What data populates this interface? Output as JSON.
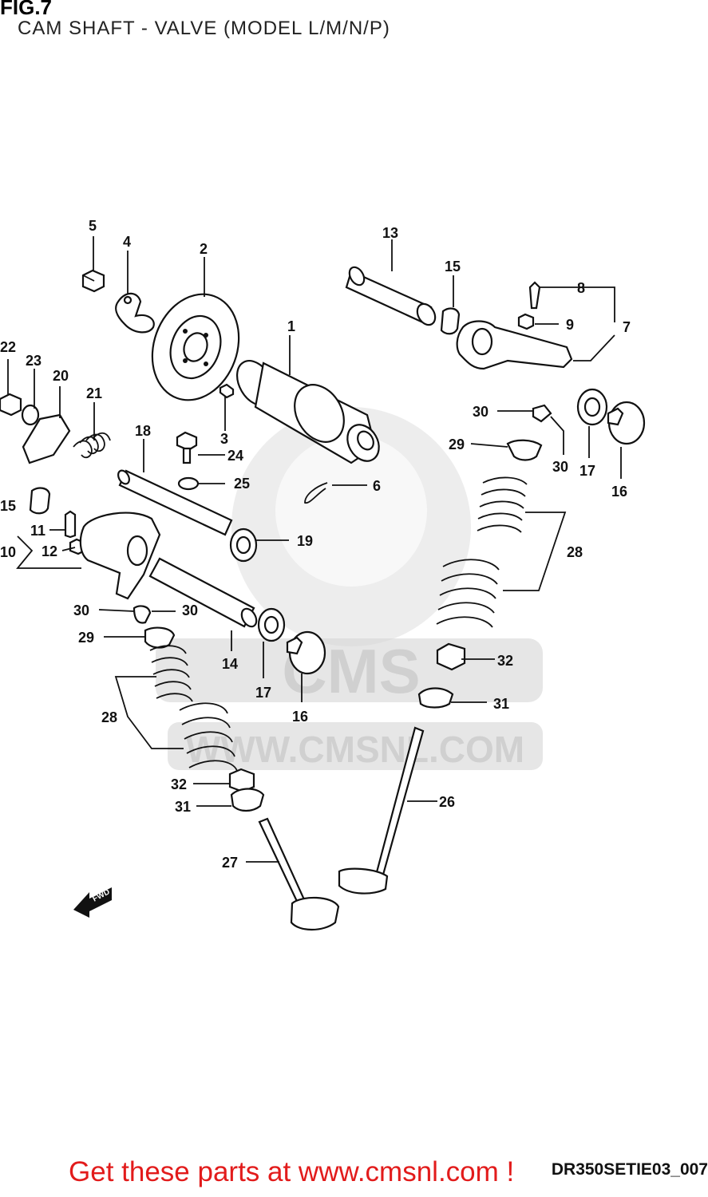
{
  "header": {
    "fig_label": "FIG.7",
    "title": "CAM SHAFT - VALVE (MODEL L/M/N/P)"
  },
  "watermark": {
    "brand": "CMS",
    "url": "WWW.CMSNL.COM"
  },
  "direction_arrow": {
    "label": "FWD"
  },
  "callouts": [
    "1",
    "2",
    "3",
    "4",
    "5",
    "6",
    "7",
    "8",
    "9",
    "10",
    "11",
    "12",
    "13",
    "14",
    "15",
    "15",
    "16",
    "16",
    "17",
    "17",
    "18",
    "19",
    "20",
    "21",
    "22",
    "23",
    "24",
    "25",
    "26",
    "27",
    "28",
    "28",
    "29",
    "29",
    "30",
    "30",
    "30",
    "30",
    "31",
    "31",
    "32",
    "32"
  ],
  "footer": {
    "diagram_code": "DR350SETIE03_007",
    "promo_text": "Get these parts at www.cmsnl.com !"
  },
  "colors": {
    "promo": "#e21b1b",
    "ink": "#111111",
    "watermark": "#d6d6d6"
  }
}
